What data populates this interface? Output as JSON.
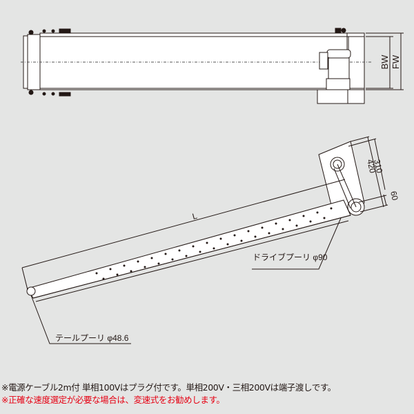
{
  "top_view": {
    "dim_bw": "BW",
    "dim_fw": "FW"
  },
  "side_view": {
    "dim_length": "L",
    "dim_310": "310",
    "dim_420": "420",
    "dim_60": "60",
    "drive_pulley_label": "ドライブプーリ φ90",
    "tail_pulley_label": "テールプーリ φ48.6"
  },
  "notes": [
    "※電源ケーブル2m付  単相100Vはプラグ付です。単相200V・三相200Vは端子渡しです。",
    "※正確な速度選定が必要な場合は、変速式をお勧めします。"
  ],
  "colors": {
    "background": "#e4e5e4",
    "line": "#231815",
    "note_red": "#e60012"
  }
}
